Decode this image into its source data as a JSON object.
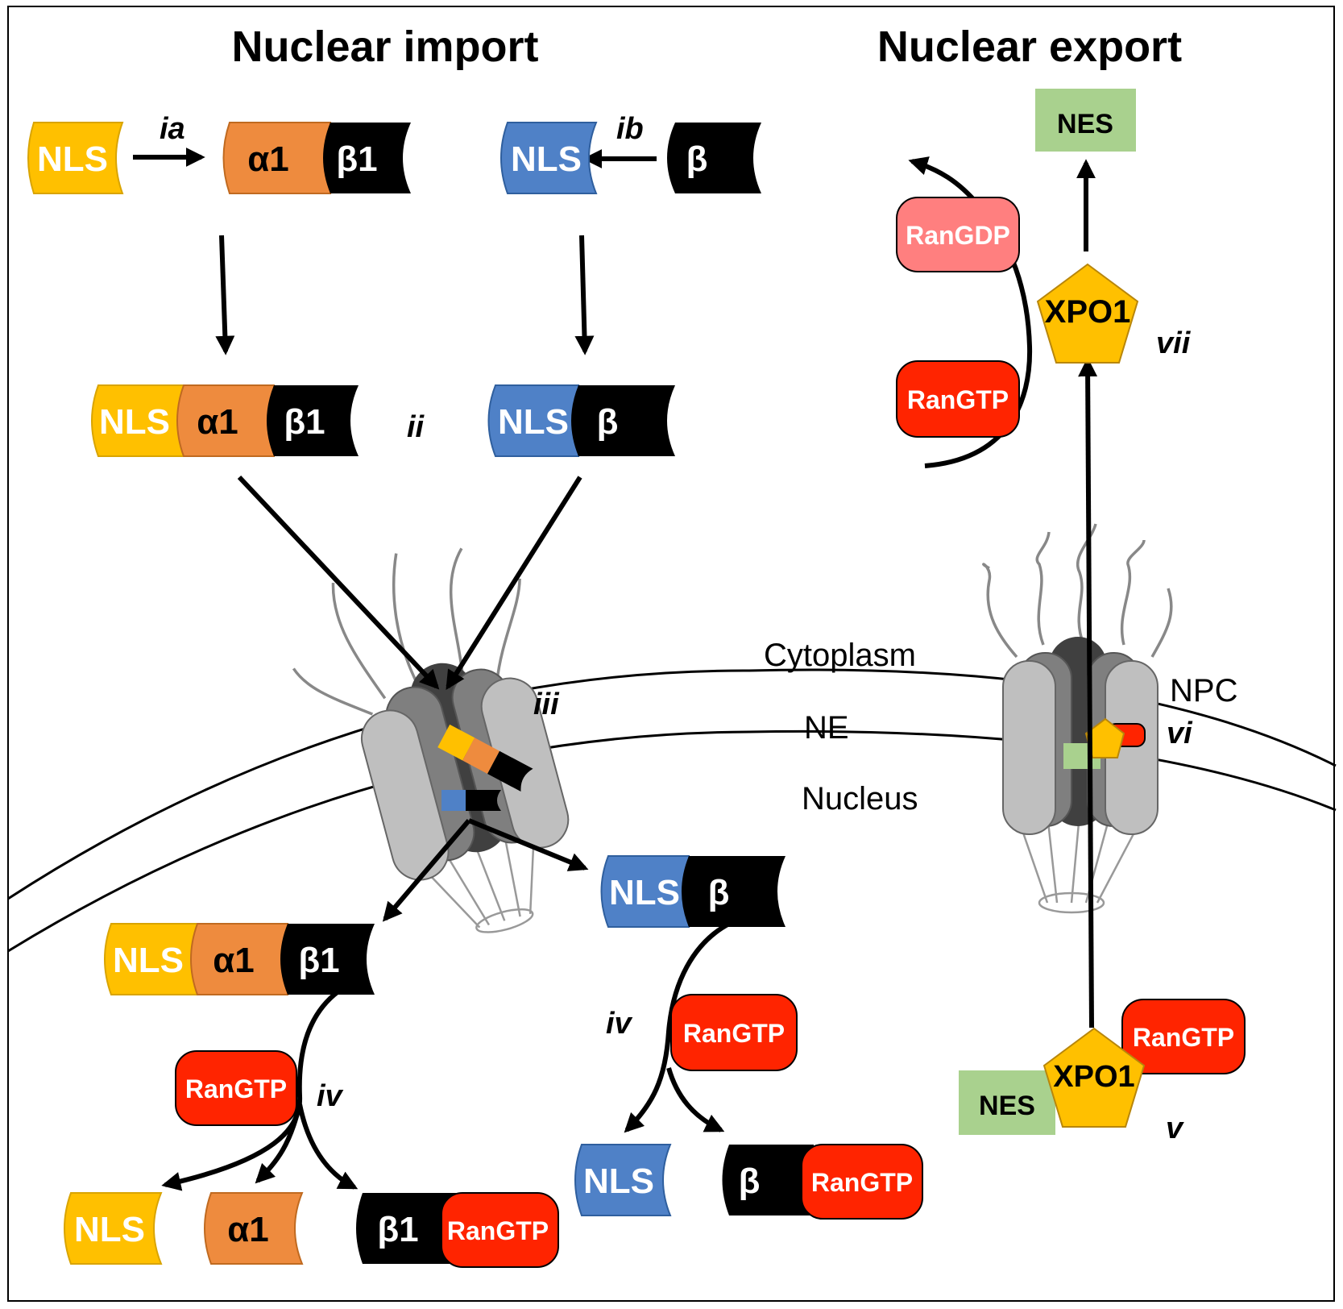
{
  "titles": {
    "import": "Nuclear import",
    "export": "Nuclear export"
  },
  "regions": {
    "cytoplasm": "Cytoplasm",
    "ne": "NE",
    "nucleus": "Nucleus",
    "npc": "NPC"
  },
  "steps": {
    "ia": "ia",
    "ib": "ib",
    "ii": "ii",
    "iii": "iii",
    "iv": "iv",
    "v": "v",
    "vi": "vi",
    "vii": "vii"
  },
  "molecules": {
    "nls": "NLS",
    "alpha1": "α1",
    "beta1": "β1",
    "beta": "β",
    "rangtp": "RanGTP",
    "rangdp": "RanGDP",
    "xpo1": "XPO1",
    "nes": "NES"
  },
  "colors": {
    "nls_yellow": "#FFC000",
    "nls_blue": "#4F81C7",
    "alpha_orange": "#EE8B3E",
    "beta_black": "#000000",
    "rangtp_red": "#FF2400",
    "rangdp_pink": "#FF7F7F",
    "xpo1_gold": "#FFC000",
    "nes_green": "#A9D18E",
    "npc_gray": "#BFBFBF"
  }
}
